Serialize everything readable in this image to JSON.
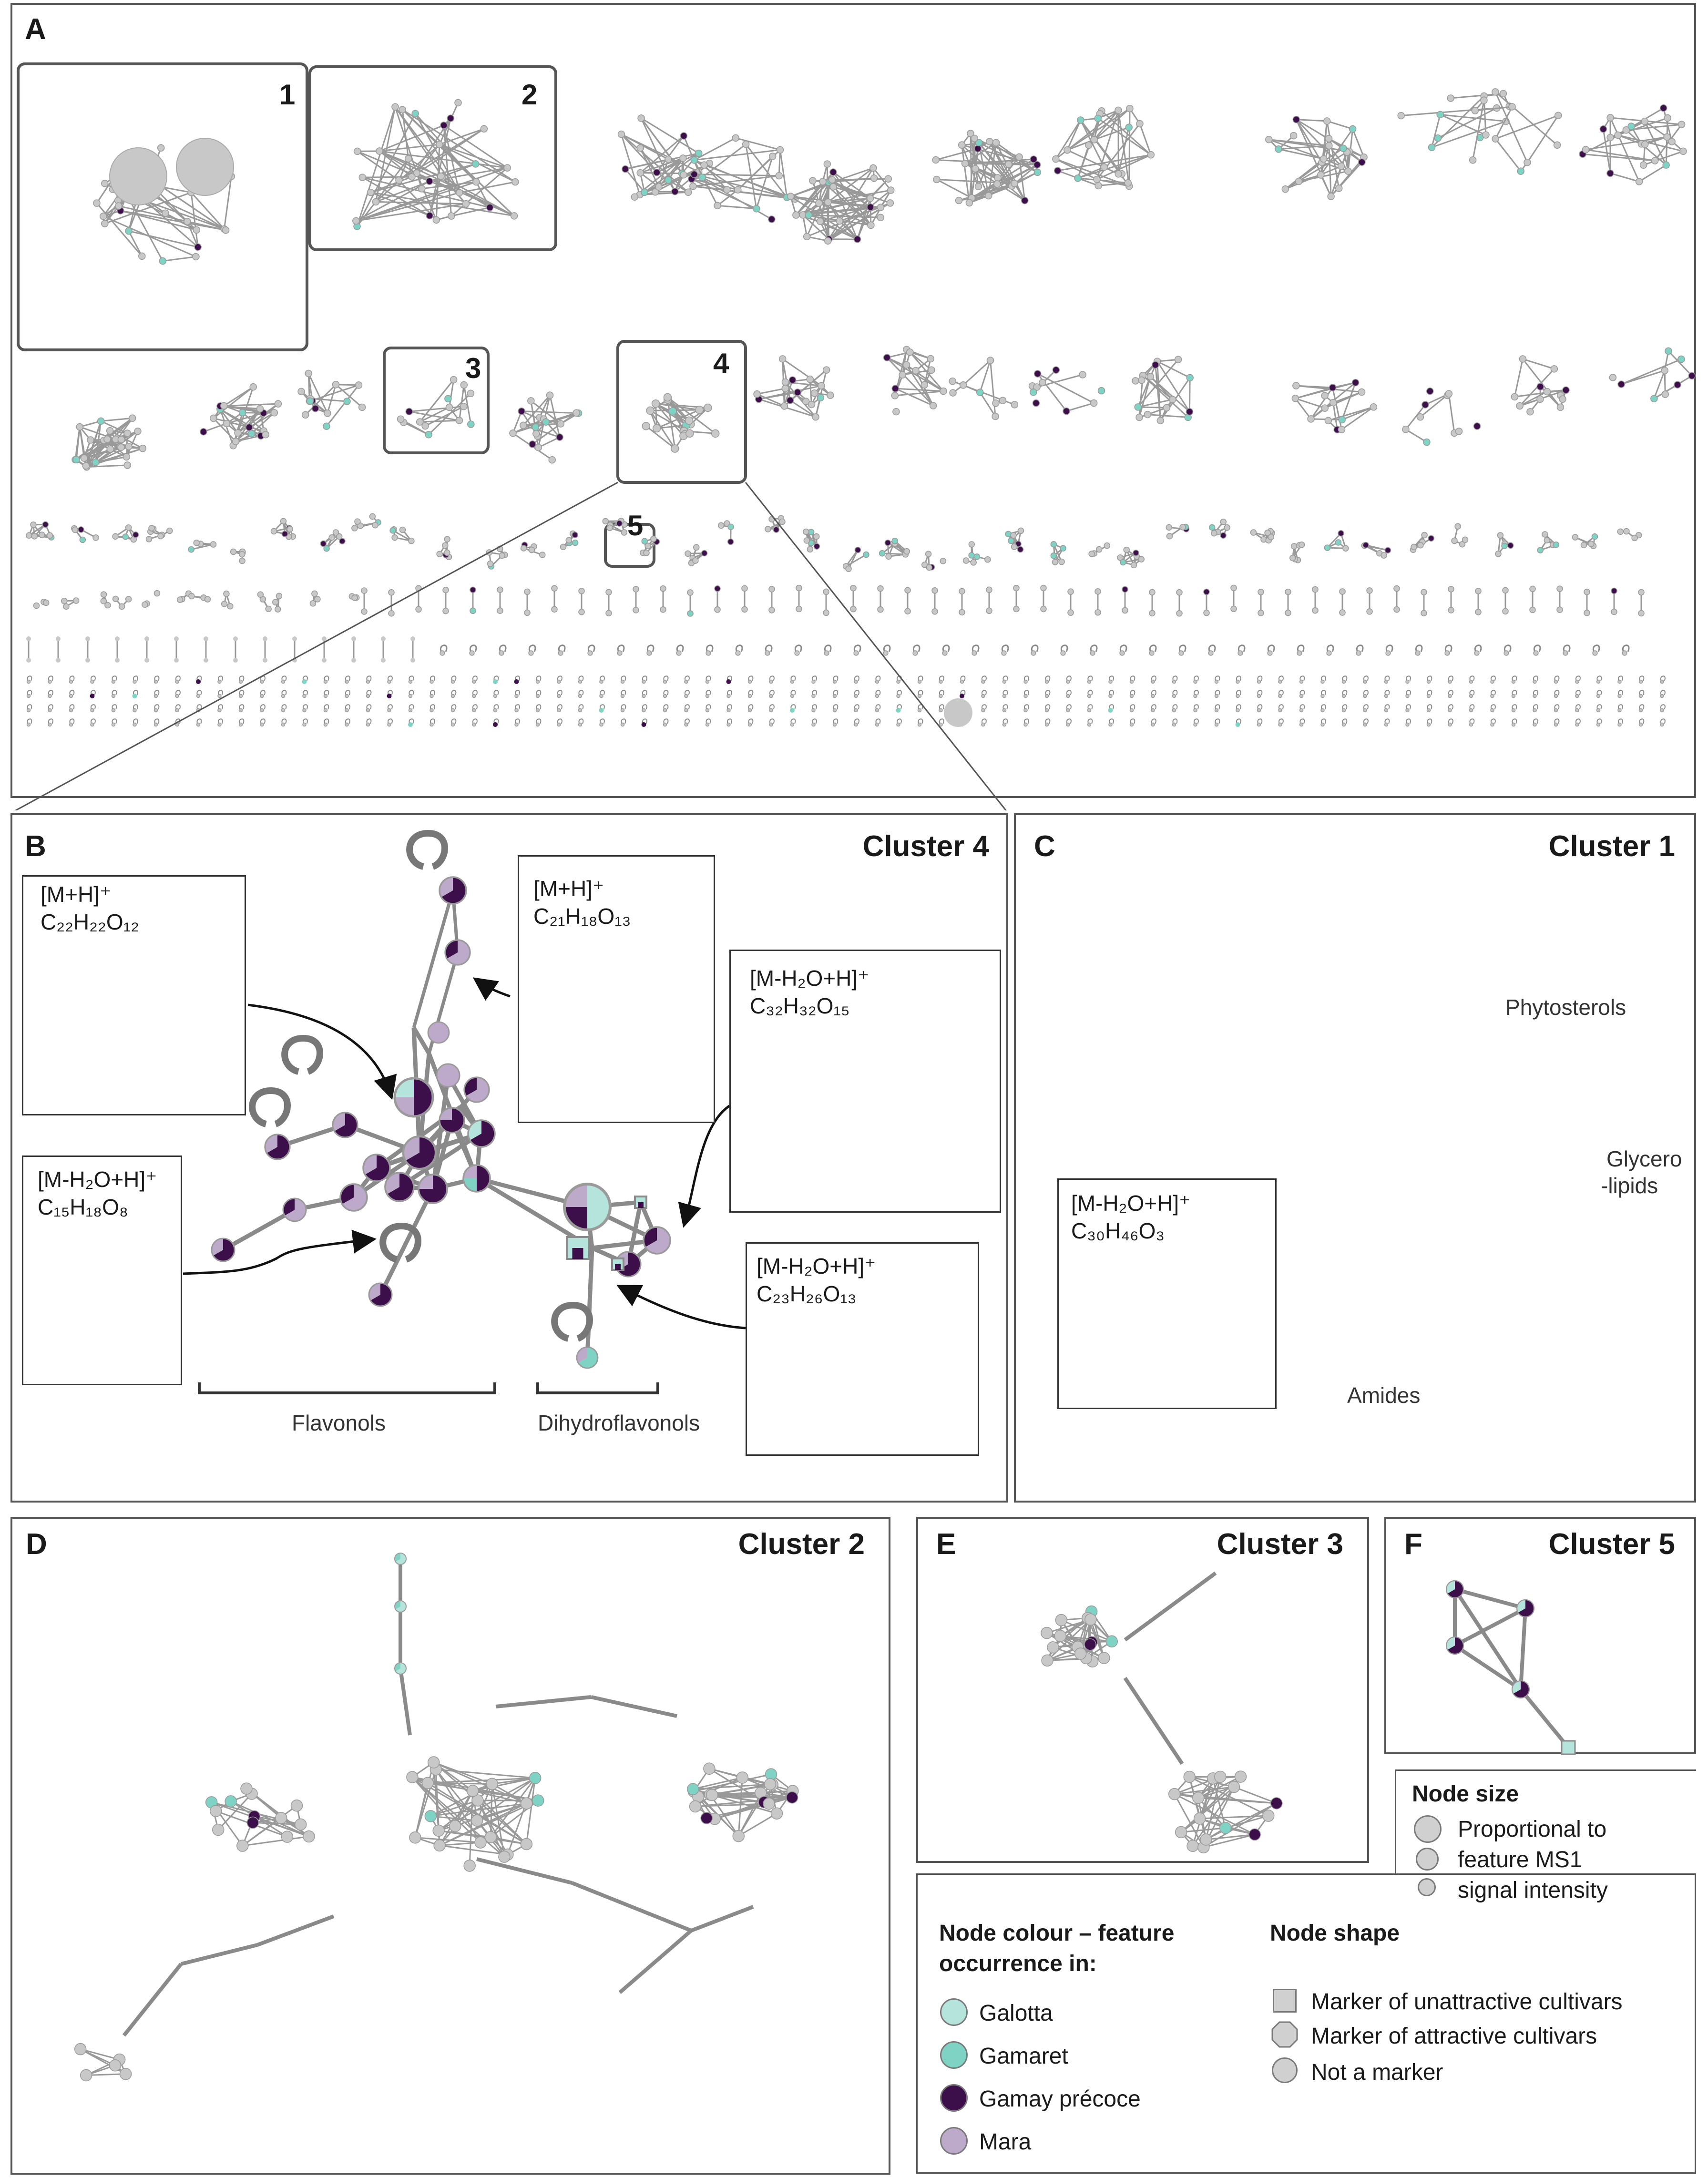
{
  "panels": {
    "A": {
      "letter": "A",
      "labels": [
        "1",
        "2",
        "3",
        "4",
        "5"
      ]
    },
    "B": {
      "letter": "B",
      "title": "Cluster 4",
      "boxes": [
        {
          "adduct": "[M+H]⁺",
          "formula": "C₂₂H₂₂O₁₂"
        },
        {
          "adduct": "[M+H]⁺",
          "formula": "C₂₁H₁₈O₁₃"
        },
        {
          "adduct": "[M-H₂O+H]⁺",
          "formula": "C₃₂H₃₂O₁₅"
        },
        {
          "adduct": "[M-H₂O+H]⁺",
          "formula": "C₁₅H₁₈O₈"
        },
        {
          "adduct": "[M-H₂O+H]⁺",
          "formula": "C₂₃H₂₆O₁₃"
        }
      ],
      "classes": [
        "Flavonols",
        "Dihydroflavonols"
      ]
    },
    "C": {
      "letter": "C",
      "title": "Cluster 1",
      "box": {
        "adduct": "[M-H₂O+H]⁺",
        "formula": "C₃₀H₄₆O₃"
      },
      "classes": [
        "Phytosterols",
        "Glycero",
        "-lipids",
        "Amides"
      ]
    },
    "D": {
      "letter": "D",
      "title": "Cluster 2"
    },
    "E": {
      "letter": "E",
      "title": "Cluster 3"
    },
    "F": {
      "letter": "F",
      "title": "Cluster 5"
    }
  },
  "legend": {
    "size_title": "Node size",
    "size_text": [
      "Proportional to",
      "feature MS1",
      "signal intensity"
    ],
    "colour_title_1": "Node colour – feature",
    "colour_title_2": "occurrence in:",
    "colours": [
      {
        "name": "Galotta",
        "color": "#b5e4dc"
      },
      {
        "name": "Gamaret",
        "color": "#7fd3c4"
      },
      {
        "name": "Gamay précoce",
        "color": "#3d0f4a"
      },
      {
        "name": "Mara",
        "color": "#bda9c9"
      }
    ],
    "shape_title": "Node shape",
    "shapes": [
      "Marker of unattractive cultivars",
      "Marker of attractive cultivars",
      "Not a marker"
    ]
  }
}
